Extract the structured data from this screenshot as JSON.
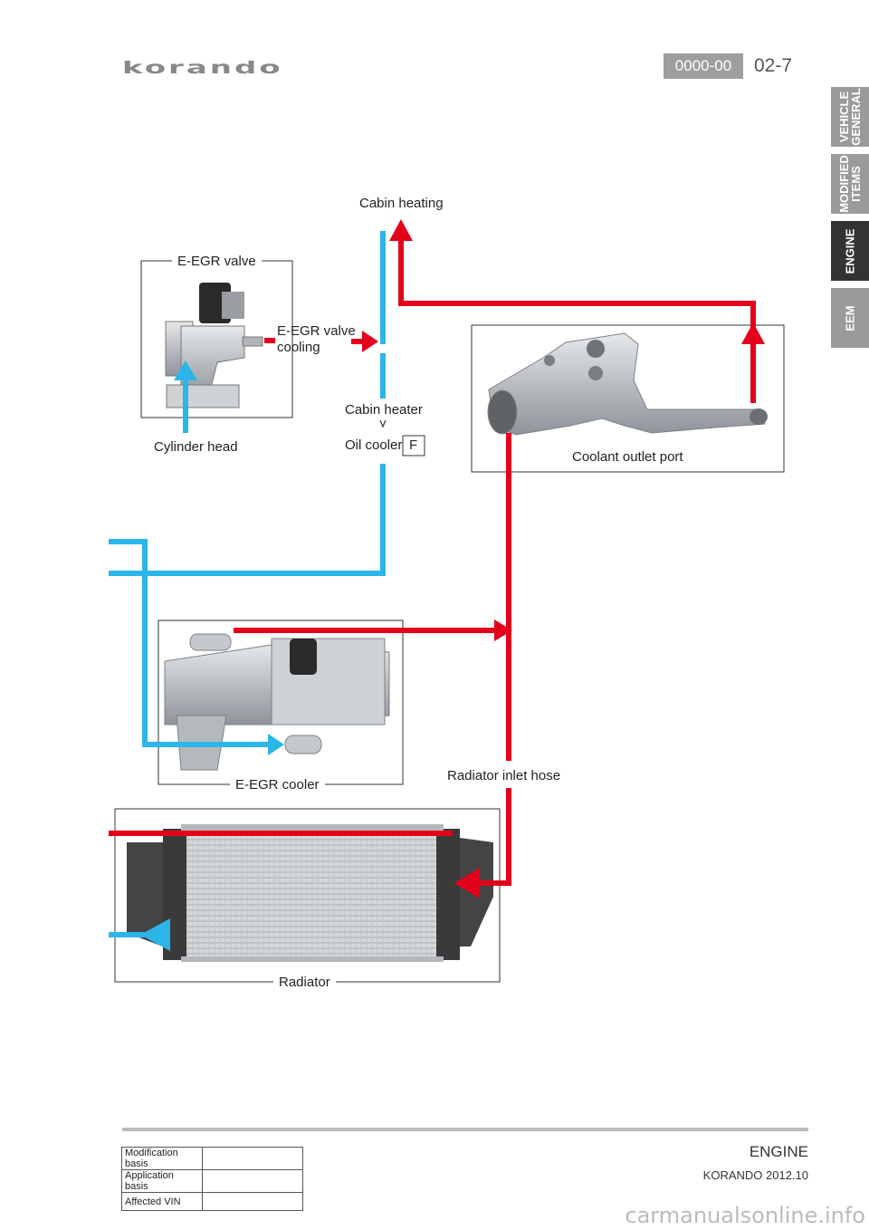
{
  "header": {
    "logo": "korando",
    "code": "0000-00",
    "page": "02-7"
  },
  "side_tabs": [
    {
      "label": "VEHICLE\nGENERAL",
      "active": false
    },
    {
      "label": "MODIFIED\nITEMS",
      "active": false
    },
    {
      "label": "ENGINE",
      "active": true
    },
    {
      "label": "EEM",
      "active": false
    }
  ],
  "diagram": {
    "cabin_heating": "Cabin heating",
    "egr_valve": "E-EGR valve",
    "egr_valve_cooling": "E-EGR valve\ncooling",
    "cylinder_head": "Cylinder head",
    "cabin_heater": "Cabin heater",
    "oil_cooler": "Oil cooler",
    "f_mark": "F",
    "coolant_outlet_port": "Coolant outlet port",
    "egr_cooler": "E-EGR cooler",
    "radiator_inlet_hose": "Radiator inlet hose",
    "radiator": "Radiator",
    "colors": {
      "hot": "#e3001b",
      "cold": "#2bb5e8"
    }
  },
  "footer": {
    "section": "ENGINE",
    "model": "KORANDO 2012.10",
    "table": [
      {
        "key": "Modification basis",
        "value": ""
      },
      {
        "key": "Application basis",
        "value": ""
      },
      {
        "key": "Affected VIN",
        "value": ""
      }
    ]
  },
  "watermark": "carmanualsonline.info"
}
